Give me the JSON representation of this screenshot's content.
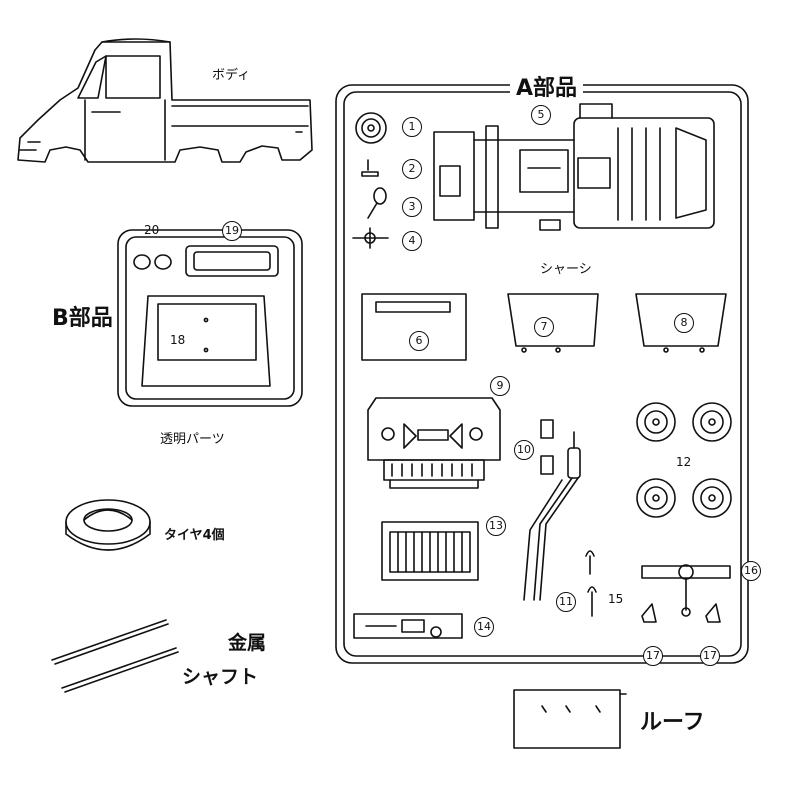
{
  "labels": {
    "body": "ボディ",
    "a_parts": "A部品",
    "b_parts": "B部品",
    "chassis": "シャーシ",
    "clear_parts": "透明パーツ",
    "tires": "タイヤ4個",
    "metal": "金属",
    "shaft": "シャフト",
    "roof": "ルーフ"
  },
  "part_numbers": [
    "1",
    "2",
    "3",
    "4",
    "5",
    "6",
    "7",
    "8",
    "9",
    "10",
    "11",
    "12",
    "13",
    "14",
    "15",
    "16",
    "17",
    "17",
    "18",
    "19",
    "20"
  ]
}
